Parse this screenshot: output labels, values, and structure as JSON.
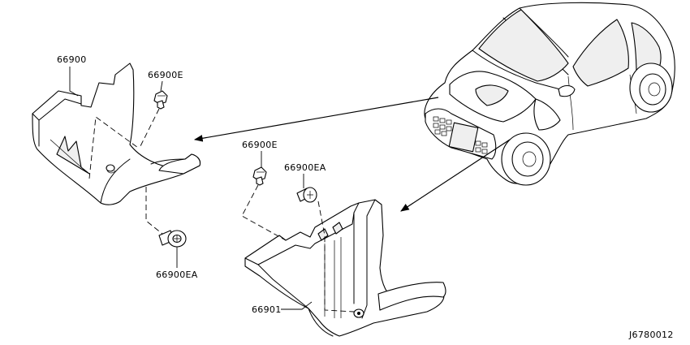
{
  "labels": {
    "p66900": "66900",
    "p66900e_left": "66900E",
    "p66900e_right": "66900E",
    "p66900ea_right": "66900EA",
    "p66900ea_left": "66900EA",
    "p66901": "66901"
  },
  "diagram_code": "J6780012"
}
